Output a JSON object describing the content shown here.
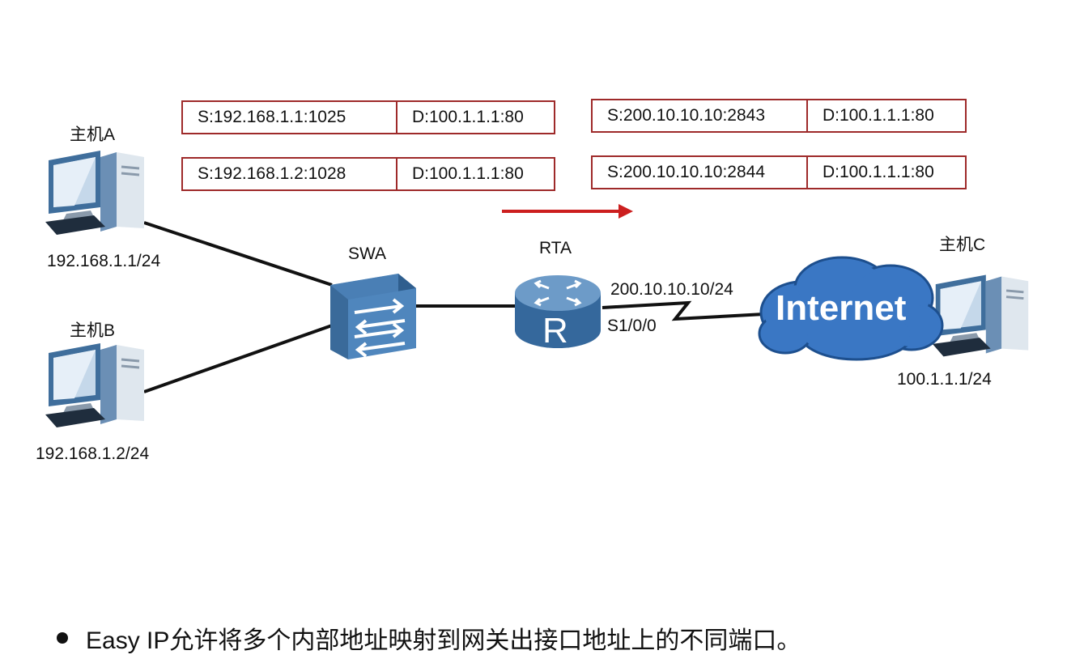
{
  "hosts": {
    "a": {
      "name": "主机A",
      "ip": "192.168.1.1/24"
    },
    "b": {
      "name": "主机B",
      "ip": "192.168.1.2/24"
    },
    "c": {
      "name": "主机C",
      "ip": "100.1.1.1/24"
    }
  },
  "switch": {
    "name": "SWA"
  },
  "router": {
    "name": "RTA",
    "glyph": "R",
    "wan_ip": "200.10.10.10/24",
    "interface": "S1/0/0"
  },
  "cloud": {
    "label": "Internet"
  },
  "packets_before": [
    {
      "src": "S:192.168.1.1:1025",
      "dst": "D:100.1.1.1:80"
    },
    {
      "src": "S:192.168.1.2:1028",
      "dst": "D:100.1.1.1:80"
    }
  ],
  "packets_after": [
    {
      "src": "S:200.10.10.10:2843",
      "dst": "D:100.1.1.1:80"
    },
    {
      "src": "S:200.10.10.10:2844",
      "dst": "D:100.1.1.1:80"
    }
  ],
  "caption": "Easy IP允许将多个内部地址映射到网关出接口地址上的不同端口。",
  "colors": {
    "table_border": "#9e2a2a",
    "arrow": "#cc1f1f",
    "device_blue": "#3d6fa3"
  }
}
